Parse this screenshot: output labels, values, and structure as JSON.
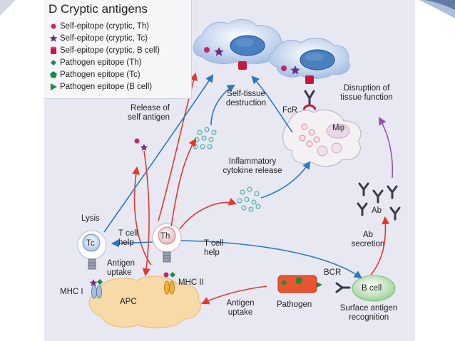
{
  "legend": {
    "title": "D Cryptic antigens",
    "items": [
      {
        "label": "Self-epitope (cryptic, Th)",
        "icon": "pink-circle-icon",
        "color": "#c4286a"
      },
      {
        "label": "Self-epitope (cryptic, Tc)",
        "icon": "purple-star-icon",
        "color": "#6a2d82"
      },
      {
        "label": "Self-epitope (cryptic, B cell)",
        "icon": "red-cylinder-icon",
        "color": "#c8173f"
      },
      {
        "label": "Pathogen epitope (Th)",
        "icon": "green-diamond-icon",
        "color": "#1a8c43"
      },
      {
        "label": "Pathogen epitope (Tc)",
        "icon": "green-pentagon-icon",
        "color": "#1a8c43"
      },
      {
        "label": "Pathogen epitope (B cell)",
        "icon": "green-triangle-icon",
        "color": "#1a8c43"
      }
    ]
  },
  "labels": {
    "release_self_antigen": "Release of\nself antigen",
    "self_tissue_destruction": "Self-tissue\ndestruction",
    "fcr": "FcR",
    "disruption": "Disruption of\ntissue function",
    "mo": "Mφ",
    "inflammatory": "Inflammatory\ncytokine release",
    "lysis": "Lysis",
    "tc": "Tc",
    "th": "Th",
    "t_cell_help_left": "T cell\nhelp",
    "t_cell_help_right": "T cell\nhelp",
    "antigen_uptake_top": "Antigen\nuptake",
    "mhc_i": "MHC I",
    "mhc_ii": "MHC II",
    "apc": "APC",
    "antigen_uptake_bottom": "Antigen\nuptake",
    "pathogen": "Pathogen",
    "bcr": "BCR",
    "b_cell": "B cell",
    "surface_antigen": "Surface antigen\nrecognition",
    "ab_secretion": "Ab\nsecretion",
    "ab": "Ab"
  },
  "colors": {
    "red_arrow": "#e03a2e",
    "blue_arrow": "#2a78c0",
    "purple_arrow": "#9a4fb8",
    "apc_fill": "#f8d9a8",
    "cell_blue": "#b9cde8",
    "nucleus_blue": "#3f77b8",
    "pathogen_orange": "#e8552f",
    "b_cell_green": "#bfe3b5"
  }
}
